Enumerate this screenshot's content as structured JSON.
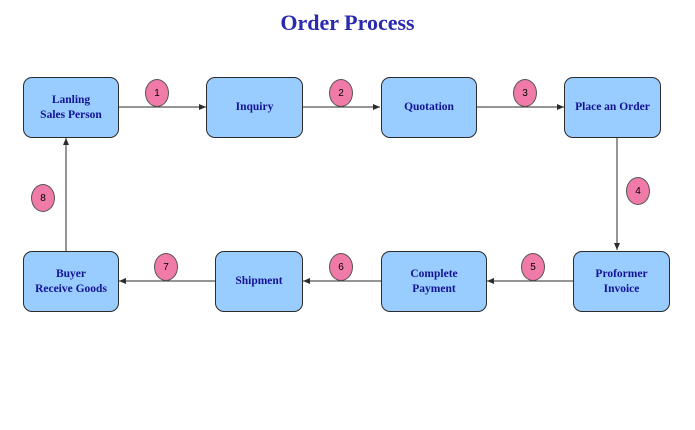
{
  "title": "Order Process",
  "colors": {
    "title": "#2a2ab0",
    "box_fill": "#99ccff",
    "box_text": "#141493",
    "badge_fill": "#f07aa8",
    "line": "#2b2b2b"
  },
  "steps": {
    "lanling": "Lanling\nSales Person",
    "inquiry": "Inquiry",
    "quotation": "Quotation",
    "place_order": "Place an Order",
    "proformer": "Proformer\nInvoice",
    "payment": "Complete\nPayment",
    "shipment": "Shipment",
    "buyer": "Buyer\nReceive Goods"
  },
  "badges": {
    "b1": "1",
    "b2": "2",
    "b3": "3",
    "b4": "4",
    "b5": "5",
    "b6": "6",
    "b7": "7",
    "b8": "8"
  }
}
